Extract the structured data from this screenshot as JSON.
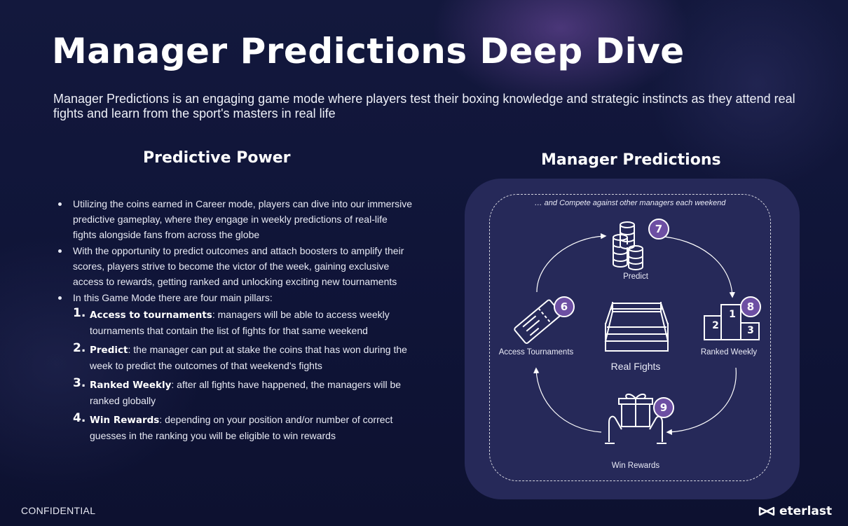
{
  "title": "Manager Predictions Deep Dive",
  "intro": "Manager Predictions is an engaging game mode where players test their boxing knowledge and strategic instincts as they attend real fights and learn from the sport's masters in real life",
  "left": {
    "heading": "Predictive Power",
    "bullets": [
      "Utilizing the coins earned in Career mode, players can dive into our immersive predictive gameplay, where they engage in weekly predictions of real-life fights alongside fans from across the globe",
      "With the opportunity to predict outcomes and attach boosters to amplify their scores, players strive to become the victor of the week, gaining exclusive access to rewards, getting ranked and unlocking exciting new tournaments",
      "In this Game Mode there are four main pillars:"
    ],
    "pillars": [
      {
        "num": "1.",
        "term": "Access to tournaments",
        "text": ": managers will be able to access weekly tournaments that contain the list of fights for that same weekend"
      },
      {
        "num": "2.",
        "term": "Predict",
        "text": ": the manager can put at stake the coins that has won during the week to predict the outcomes of that weekend's fights"
      },
      {
        "num": "3.",
        "term": "Ranked Weekly",
        "text": ": after all fights have happened, the managers will be ranked globally"
      },
      {
        "num": "4.",
        "term": "Win Rewards",
        "text": ": depending on your position and/or number of correct guesses in the ranking you will be eligible to win rewards"
      }
    ]
  },
  "diagram": {
    "heading": "Manager Predictions",
    "top_note": "… and Compete against other managers each weekend",
    "center": "Real Fights",
    "nodes": {
      "predict": {
        "label": "Predict",
        "badge": "7",
        "icon": "coins-stack-icon"
      },
      "ranked": {
        "label": "Ranked Weekly",
        "badge": "8",
        "icon": "podium-icon"
      },
      "rewards": {
        "label": "Win Rewards",
        "badge": "9",
        "icon": "gift-hands-icon"
      },
      "tournaments": {
        "label": "Access Tournaments",
        "badge": "6",
        "icon": "ticket-icon"
      }
    },
    "accent": "#6d4fa3",
    "panel_color": "#262959"
  },
  "footer": {
    "confidential": "CONFIDENTIAL",
    "brand": "eterlast"
  },
  "colors": {
    "background": "#0f1437",
    "text": "#ffffff"
  }
}
